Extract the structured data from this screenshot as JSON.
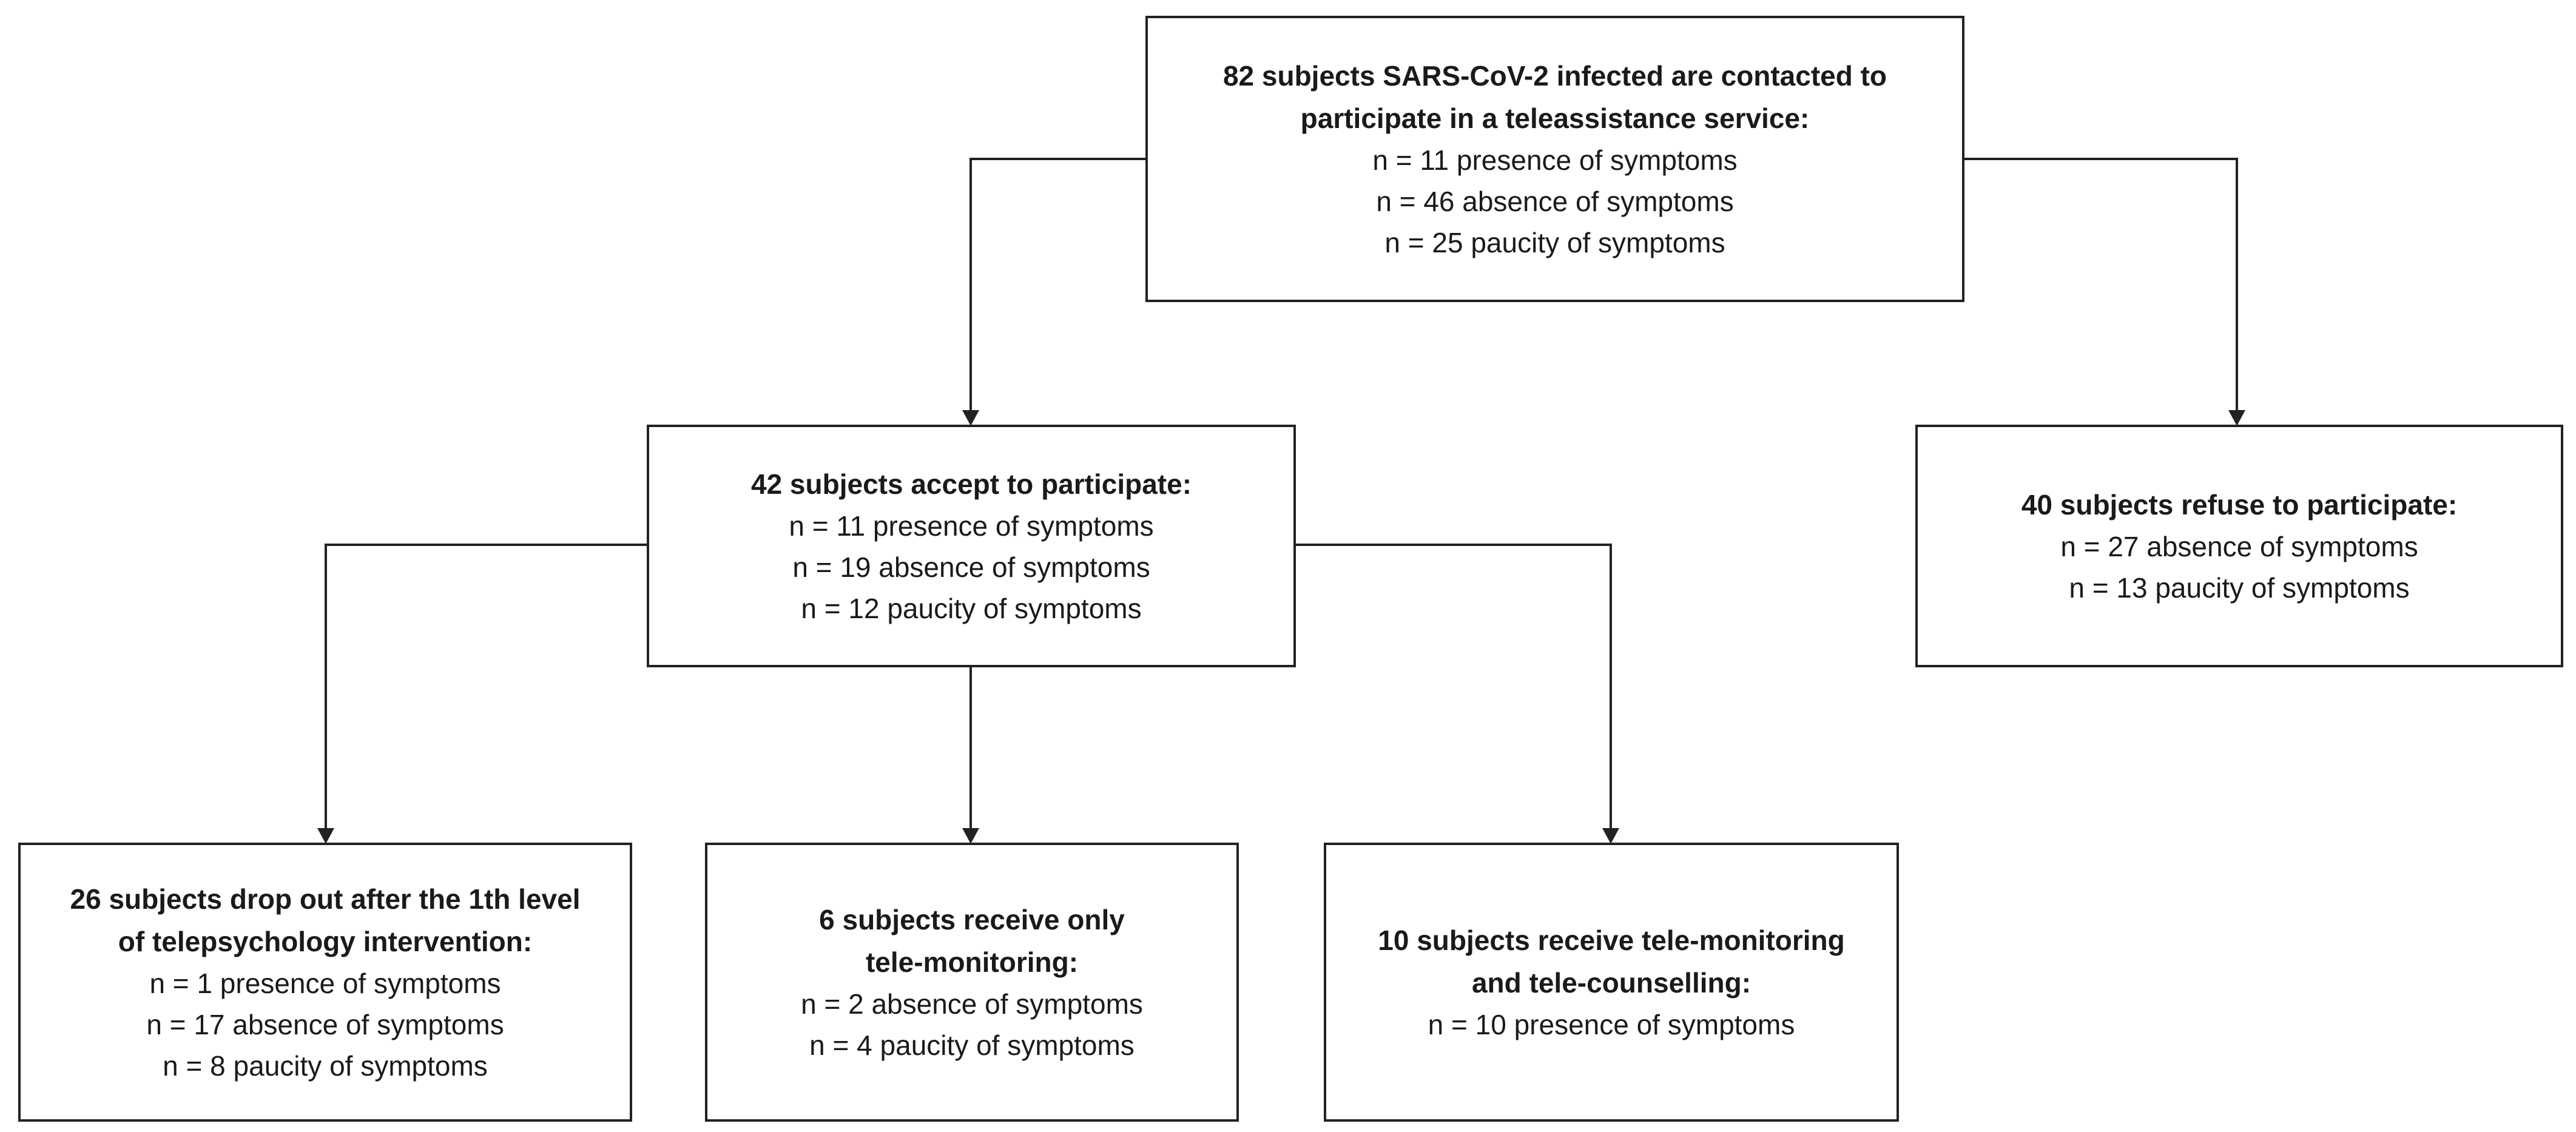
{
  "root": {
    "title_lines": [
      "82 subjects SARS-CoV-2 infected are contacted to",
      "participate in a teleassistance service:"
    ],
    "lines": [
      "n = 11 presence of symptoms",
      "n = 46 absence of symptoms",
      "n = 25 paucity of symptoms"
    ]
  },
  "accept": {
    "title_lines": [
      "42 subjects accept to participate:"
    ],
    "lines": [
      "n = 11 presence of symptoms",
      "n = 19 absence of symptoms",
      "n = 12 paucity of symptoms"
    ]
  },
  "refuse": {
    "title_lines": [
      "40 subjects refuse to participate:"
    ],
    "lines": [
      "n = 27 absence of symptoms",
      "n = 13 paucity of symptoms"
    ]
  },
  "drop_out": {
    "title_lines": [
      "26 subjects drop out after the 1th level",
      "of telepsychology intervention:"
    ],
    "lines": [
      "n = 1 presence of symptoms",
      "n = 17 absence of symptoms",
      "n = 8 paucity of symptoms"
    ]
  },
  "only_monitoring": {
    "title_lines": [
      "6 subjects receive only",
      "tele-monitoring:"
    ],
    "lines": [
      "n = 2 absence of symptoms",
      "n = 4 paucity of symptoms"
    ]
  },
  "monitoring_counselling": {
    "title_lines": [
      "10 subjects receive tele-monitoring",
      "and tele-counselling:"
    ],
    "lines": [
      "n = 10 presence of symptoms"
    ]
  }
}
